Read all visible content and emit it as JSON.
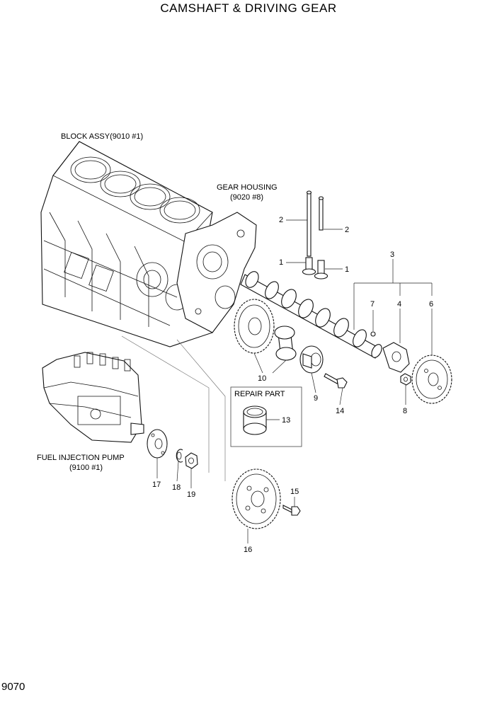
{
  "title": "CAMSHAFT & DRIVING GEAR",
  "page_number": "9070",
  "references": {
    "block_assy": "BLOCK ASSY(9010 #1)",
    "gear_housing_line1": "GEAR HOUSING",
    "gear_housing_line2": "(9020 #8)",
    "fuel_pump_line1": "FUEL INJECTION PUMP",
    "fuel_pump_line2": "(9100 #1)",
    "repair_part": "REPAIR PART"
  },
  "callouts": {
    "c1a": "1",
    "c1b": "1",
    "c2a": "2",
    "c2b": "2",
    "c3": "3",
    "c4": "4",
    "c6": "6",
    "c7": "7",
    "c8": "8",
    "c9": "9",
    "c10": "10",
    "c13": "13",
    "c14": "14",
    "c15": "15",
    "c16": "16",
    "c17": "17",
    "c18": "18",
    "c19": "19"
  }
}
